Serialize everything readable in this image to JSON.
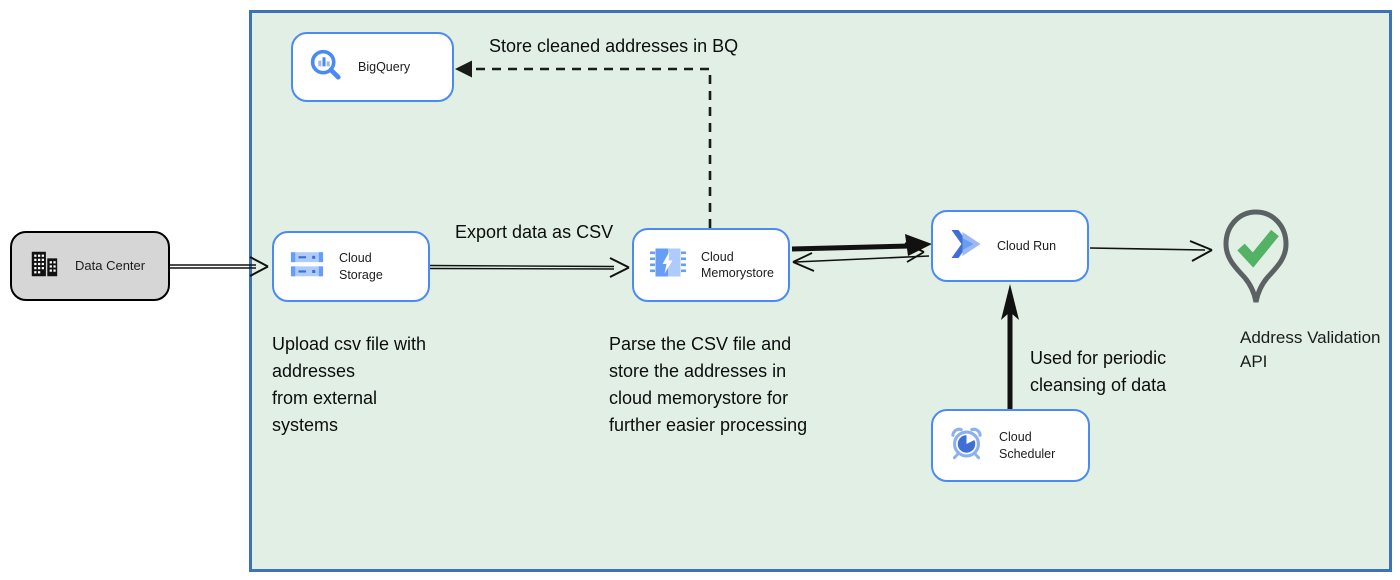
{
  "diagram": {
    "title_hint": "GCP address cleansing architecture",
    "nodes": {
      "data_center": {
        "label": "Data Center",
        "icon": "building-icon"
      },
      "bigquery": {
        "label": "BigQuery",
        "icon": "bigquery-magnifier-icon"
      },
      "cloud_storage": {
        "label": "Cloud Storage",
        "icon": "storage-buckets-icon"
      },
      "cloud_memorystore": {
        "label": "Cloud\nMemorystore",
        "icon": "memorystore-chip-icon"
      },
      "cloud_run": {
        "label": "Cloud Run",
        "icon": "cloud-run-chevron-icon"
      },
      "cloud_scheduler": {
        "label": "Cloud Scheduler",
        "icon": "scheduler-clock-icon"
      },
      "address_validation": {
        "label": "Address Validation\nAPI",
        "icon": "map-pin-check-icon"
      }
    },
    "annotations": {
      "store_bq": "Store cleaned addresses in BQ",
      "export_csv": "Export data as CSV",
      "upload_note": "Upload csv file with\naddresses\nfrom external\nsystems",
      "parse_note": "Parse the CSV file and\nstore the addresses in\ncloud  memorystore for\nfurther easier processing",
      "periodic_note": "Used for periodic\ncleansing of data"
    },
    "colors": {
      "container_fill": "#e1efe4",
      "container_border": "#3d72b4",
      "node_border": "#4a8af4",
      "node_fill": "#ffffff",
      "datacenter_fill": "#d6d6d6",
      "icon_blue_dark": "#3e6fd6",
      "icon_blue_mid": "#669df6",
      "icon_blue_light": "#aecbfa",
      "check_green": "#54b265",
      "pin_gray": "#5c6164",
      "arrow_black": "#111111"
    }
  }
}
